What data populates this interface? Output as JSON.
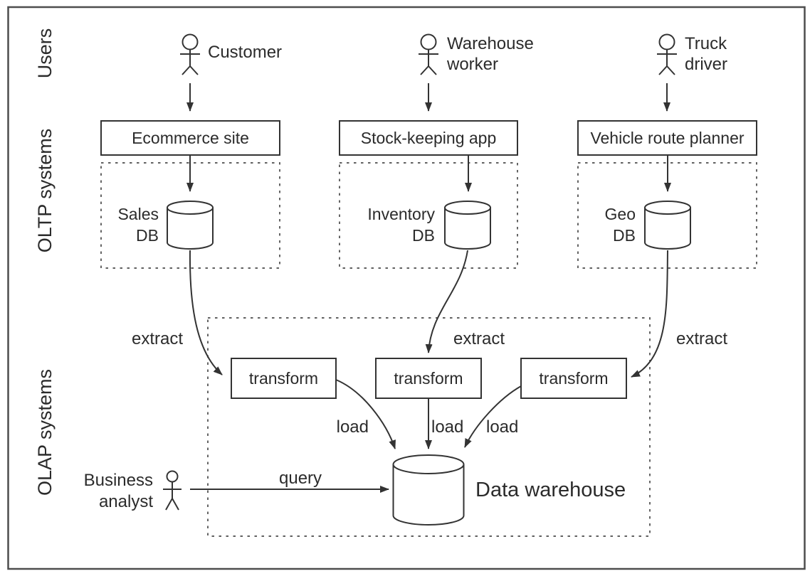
{
  "lanes": [
    {
      "label": "Users"
    },
    {
      "label": "OLTP systems"
    },
    {
      "label": "OLAP systems"
    }
  ],
  "actors": [
    {
      "id": "customer",
      "lines": [
        "Customer"
      ]
    },
    {
      "id": "warehouse-worker",
      "lines": [
        "Warehouse",
        "worker"
      ]
    },
    {
      "id": "truck-driver",
      "lines": [
        "Truck",
        "driver"
      ]
    },
    {
      "id": "business-analyst",
      "lines": [
        "Business",
        "analyst"
      ]
    }
  ],
  "systems": [
    {
      "label": "Ecommerce site"
    },
    {
      "label": "Stock-keeping app"
    },
    {
      "label": "Vehicle route planner"
    }
  ],
  "databases": [
    {
      "lines": [
        "Sales",
        "DB"
      ]
    },
    {
      "lines": [
        "Inventory",
        "DB"
      ]
    },
    {
      "lines": [
        "Geo",
        "DB"
      ]
    }
  ],
  "transforms": [
    {
      "label": "transform"
    },
    {
      "label": "transform"
    },
    {
      "label": "transform"
    }
  ],
  "flow_labels": {
    "extracts": [
      "extract",
      "extract",
      "extract"
    ],
    "loads": [
      "load",
      "load",
      "load"
    ],
    "query": "query"
  },
  "warehouse": {
    "label": "Data warehouse"
  },
  "colors": {
    "line": "#333333",
    "text": "#2b2b2b",
    "frame": "#4d4d4d",
    "background": "#ffffff"
  }
}
